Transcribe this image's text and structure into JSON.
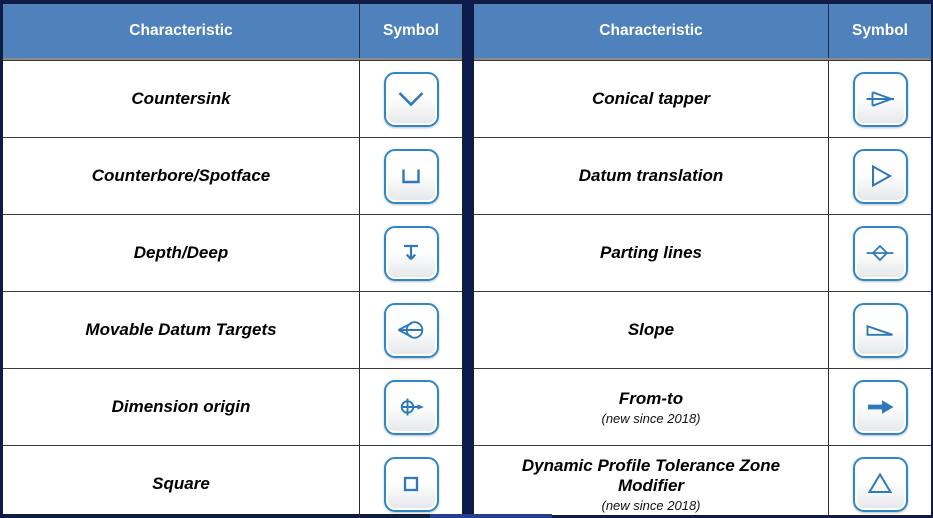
{
  "colors": {
    "background": "#0D1C4E",
    "header_bg": "#4F81BD",
    "header_text": "#FFFFFF",
    "symbol_stroke": "#2E79B9",
    "button_border": "#2F87C6",
    "accent_strip": "#24418F"
  },
  "tables": [
    {
      "header": {
        "characteristic": "Characteristic",
        "symbol": "Symbol"
      },
      "rows": [
        {
          "label": "Countersink",
          "icon": "countersink-icon"
        },
        {
          "label": "Counterbore/Spotface",
          "icon": "counterbore-spotface-icon"
        },
        {
          "label": "Depth/Deep",
          "icon": "depth-deep-icon"
        },
        {
          "label": "Movable Datum Targets",
          "icon": "movable-datum-targets-icon"
        },
        {
          "label": "Dimension origin",
          "icon": "dimension-origin-icon"
        },
        {
          "label": "Square",
          "icon": "square-icon"
        }
      ]
    },
    {
      "header": {
        "characteristic": "Characteristic",
        "symbol": "Symbol"
      },
      "rows": [
        {
          "label": "Conical tapper",
          "icon": "conical-taper-icon"
        },
        {
          "label": "Datum translation",
          "icon": "datum-translation-icon"
        },
        {
          "label": "Parting lines",
          "icon": "parting-lines-icon"
        },
        {
          "label": "Slope",
          "icon": "slope-icon"
        },
        {
          "label": "From-to",
          "note": "(new since 2018)",
          "icon": "from-to-arrow-icon"
        },
        {
          "label": "Dynamic Profile Tolerance Zone Modifier",
          "note": "(new since 2018)",
          "icon": "dynamic-profile-triangle-icon"
        }
      ]
    }
  ]
}
